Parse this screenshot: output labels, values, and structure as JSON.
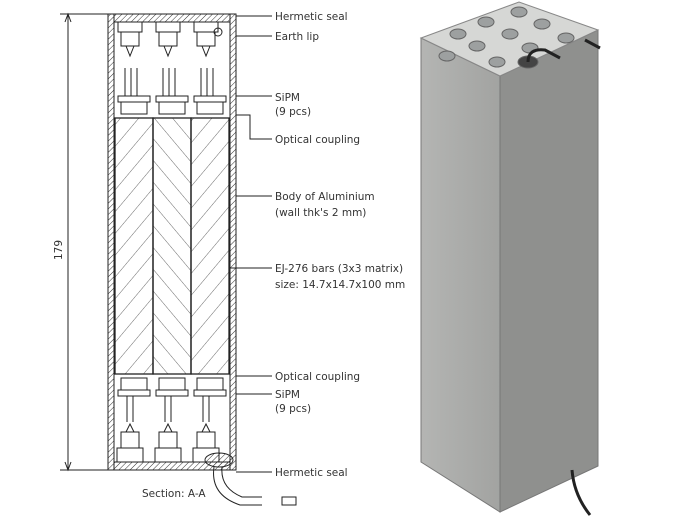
{
  "labels": {
    "hermetic_seal_top": "Hermetic seal",
    "earth_lip": "Earth lip",
    "sipm_top": "SiPM",
    "sipm_top_count": "(9 pcs)",
    "optical_coupling_top": "Optical coupling",
    "body": "Body of Aluminium",
    "body_wall": "(wall thk's 2 mm)",
    "bars": "EJ-276 bars (3x3 matrix)",
    "bars_size": "size: 14.7x14.7x100 mm",
    "optical_coupling_bottom": "Optical coupling",
    "sipm_bottom": "SiPM",
    "sipm_bottom_count": "(9 pcs)",
    "hermetic_seal_bottom": "Hermetic seal",
    "section": "Section: A-A",
    "dimension": "179"
  },
  "colors": {
    "box_front": "#a9aaa8",
    "box_side": "#8e8f8d",
    "box_top": "#d4d5d3"
  }
}
